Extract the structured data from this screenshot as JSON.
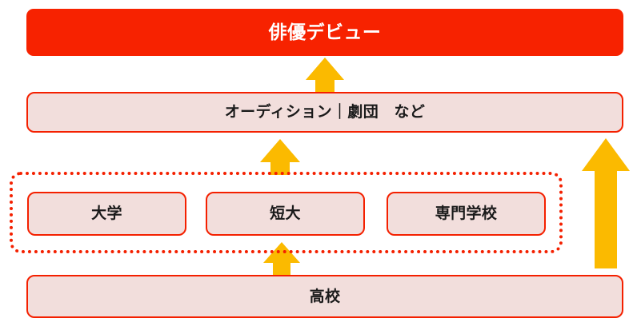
{
  "diagram": {
    "title": "俳優デビュー 進路フロー図",
    "colors": {
      "accent_red": "#F72200",
      "box_border_red": "#F42000",
      "box_fill_pink": "#F2DEDC",
      "arrow_amber": "#FBBA00",
      "text_dark": "#1A1A1A",
      "text_light": "#FFFFFF",
      "background": "#FFFFFF"
    },
    "goal": {
      "label": "俳優デビュー"
    },
    "audition": {
      "label": "オーディション｜劇団　など"
    },
    "higher_education_group": {
      "label": "",
      "options": [
        {
          "label": "大学"
        },
        {
          "label": "短大"
        },
        {
          "label": "専門学校"
        }
      ]
    },
    "highschool": {
      "label": "高校"
    },
    "arrows": [
      {
        "name": "audition-to-debut",
        "from": "オーディション｜劇団　など",
        "to": "俳優デビュー"
      },
      {
        "name": "schools-to-audition",
        "from": "大学／短大／専門学校",
        "to": "オーディション｜劇団　など"
      },
      {
        "name": "highschool-to-schools",
        "from": "高校",
        "to": "大学／短大／専門学校"
      },
      {
        "name": "highschool-to-audition",
        "from": "高校",
        "to": "オーディション｜劇団　など"
      }
    ]
  }
}
